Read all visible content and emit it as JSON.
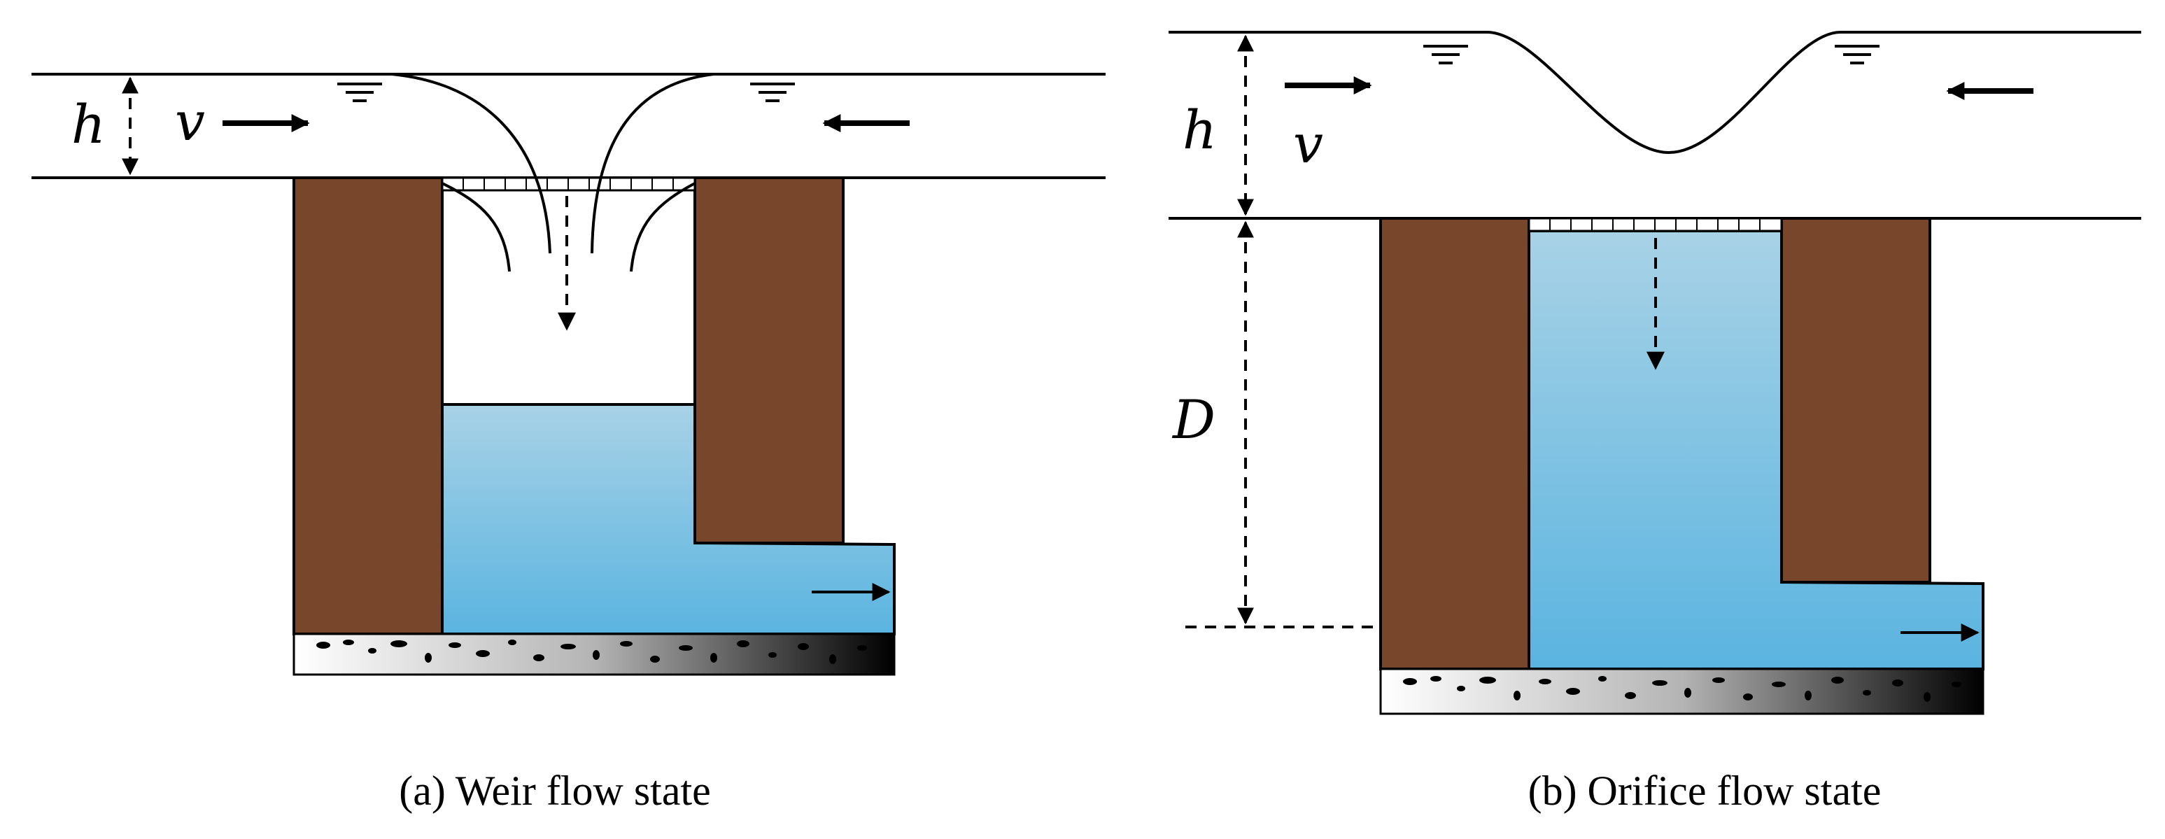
{
  "panels": [
    {
      "id": "a",
      "caption": "(a) Weir flow state",
      "symbols": {
        "head": "h",
        "velocity": "v"
      }
    },
    {
      "id": "b",
      "caption": "(b) Orifice flow state",
      "symbols": {
        "head": "h",
        "velocity": "v",
        "depth": "D"
      }
    }
  ],
  "colors": {
    "wall": "#78462b",
    "water_top": "#a8d2e6",
    "water_bottom": "#5ab4e0",
    "gravel_light": "#ffffff",
    "gravel_dark": "#000000",
    "line": "#000000"
  }
}
